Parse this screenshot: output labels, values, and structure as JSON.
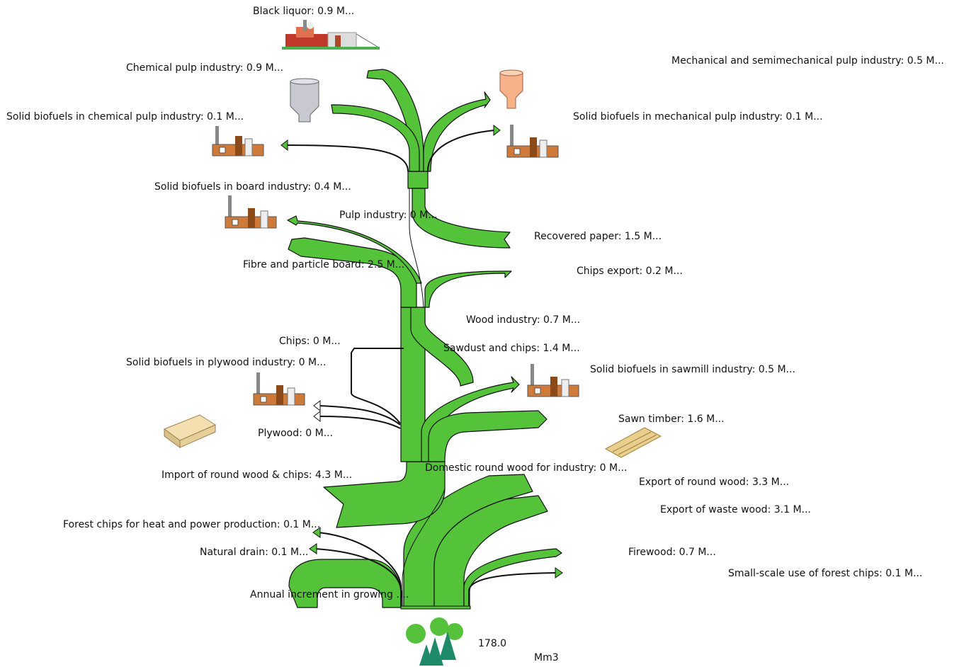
{
  "diagram": {
    "type": "sankey",
    "unit": "Mm3",
    "root_value": "178.0",
    "labels": {
      "black_liquor": "Black liquor: 0.9 M...",
      "chemical_pulp": "Chemical pulp industry: 0.9 M...",
      "mech_pulp": "Mechanical and semimechanical pulp industry: 0.5 M...",
      "sb_chem_pulp": "Solid biofuels in chemical pulp industry: 0.1 M...",
      "sb_mech_pulp": "Solid biofuels in mechanical pulp industry: 0.1 M...",
      "sb_board": "Solid biofuels in board industry: 0.4 M...",
      "pulp_industry": "Pulp industry: 0 M...",
      "recovered_paper": "Recovered paper: 1.5 M...",
      "fibre_board": "Fibre and particle board: 2.5 M...",
      "chips_export": "Chips export: 0.2 M...",
      "wood_industry": "Wood industry: 0.7 M...",
      "chips": "Chips: 0 M...",
      "sawdust_chips": "Sawdust and chips: 1.4 M...",
      "sb_plywood": "Solid biofuels in plywood industry: 0 M...",
      "sb_sawmill": "Solid biofuels in sawmill industry: 0.5 M...",
      "plywood": "Plywood: 0 M...",
      "sawn_timber": "Sawn timber: 1.6 M...",
      "import_round": "Import of round wood & chips: 4.3 M...",
      "domestic_round": "Domestic round wood for industry: 0 M...",
      "export_round": "Export of round wood: 3.3 M...",
      "export_waste": "Export of waste wood: 3.1 M...",
      "forest_chips_hp": "Forest chips for heat and power production: 0.1 M...",
      "natural_drain": "Natural drain: 0.1 M...",
      "firewood": "Firewood: 0.7 M...",
      "small_scale": "Small-scale use of forest chips: 0.1 M...",
      "annual_increment": "Annual increment in growing ...."
    }
  }
}
